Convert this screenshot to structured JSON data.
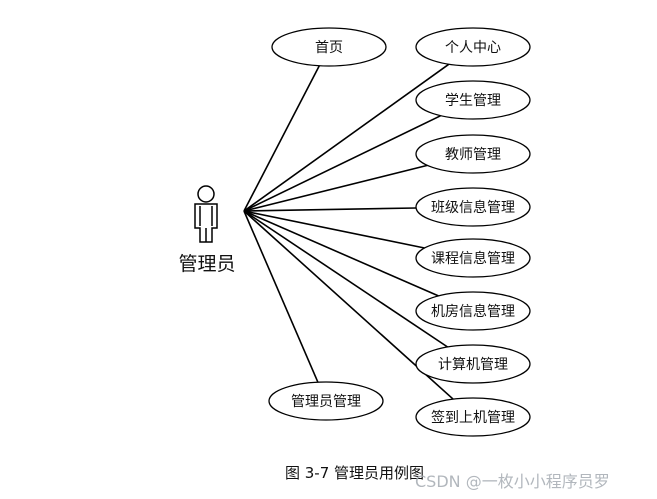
{
  "actor": {
    "label": "管理员"
  },
  "use_cases": [
    {
      "label": "首页"
    },
    {
      "label": "个人中心"
    },
    {
      "label": "学生管理"
    },
    {
      "label": "教师管理"
    },
    {
      "label": "班级信息管理"
    },
    {
      "label": "课程信息管理"
    },
    {
      "label": "机房信息管理"
    },
    {
      "label": "计算机管理"
    },
    {
      "label": "签到上机管理"
    },
    {
      "label": "管理员管理"
    }
  ],
  "caption": "图 3-7  管理员用例图",
  "watermark": "CSDN @一枚小小程序员罗"
}
